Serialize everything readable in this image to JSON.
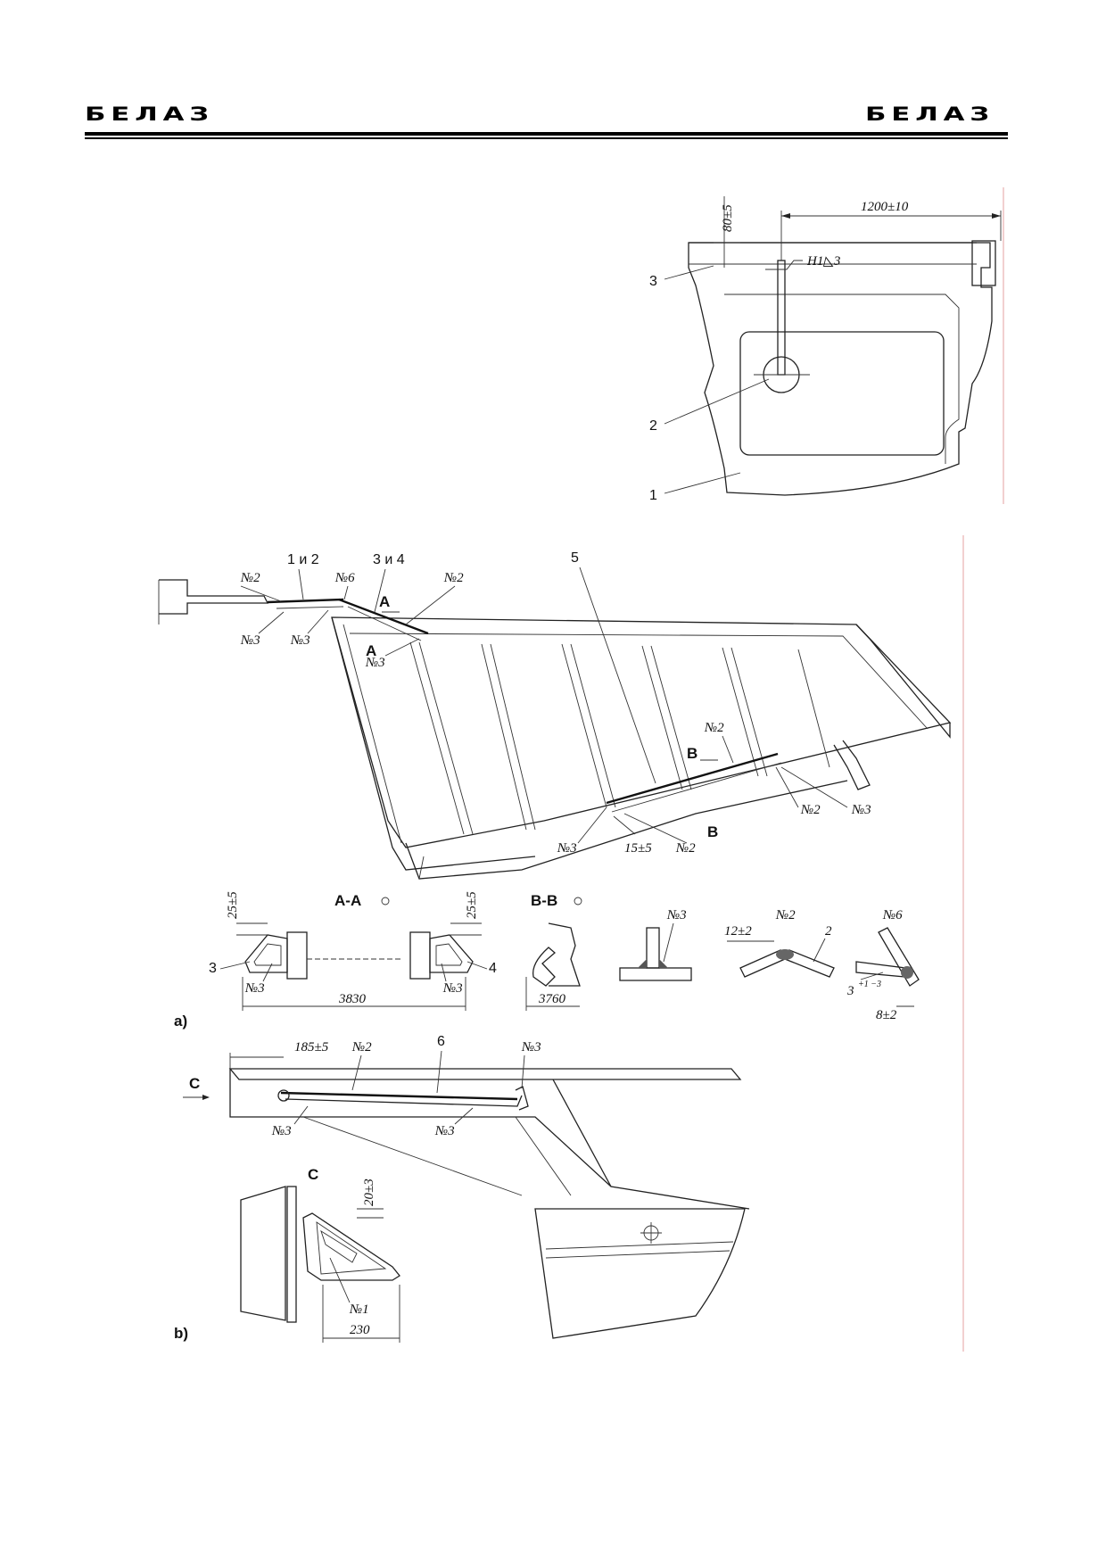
{
  "header": {
    "logo_left": "БЕЛАЗ",
    "logo_right": "БЕЛАЗ"
  },
  "detail_top": {
    "callouts": [
      "1",
      "2",
      "3"
    ],
    "dim_height": "80±5",
    "dim_length": "1200±10",
    "weld_symbol": "Н1◺3"
  },
  "figure_a": {
    "label": "а)",
    "callouts": [
      "1 и 2",
      "3 и 4",
      "5",
      "3",
      "4"
    ],
    "welds": {
      "n2": "№2",
      "n3": "№3",
      "n6": "№6",
      "n1": "№1"
    },
    "section_a": "А",
    "section_b": "В",
    "section_aa": "А-А",
    "section_bb": "В-В",
    "dims": {
      "d25_left": "25±5",
      "d25_right": "25±5",
      "d3830": "3830",
      "d3760": "3760",
      "d15": "15±5",
      "d12": "12±2",
      "d2": "2",
      "d3": "3",
      "d3_tol": "+1 −3",
      "d8": "8±2"
    }
  },
  "figure_b": {
    "label": "b)",
    "callout_6": "6",
    "view_c": "С",
    "dims": {
      "d185": "185±5",
      "d20": "20±3",
      "d230": "230"
    }
  }
}
